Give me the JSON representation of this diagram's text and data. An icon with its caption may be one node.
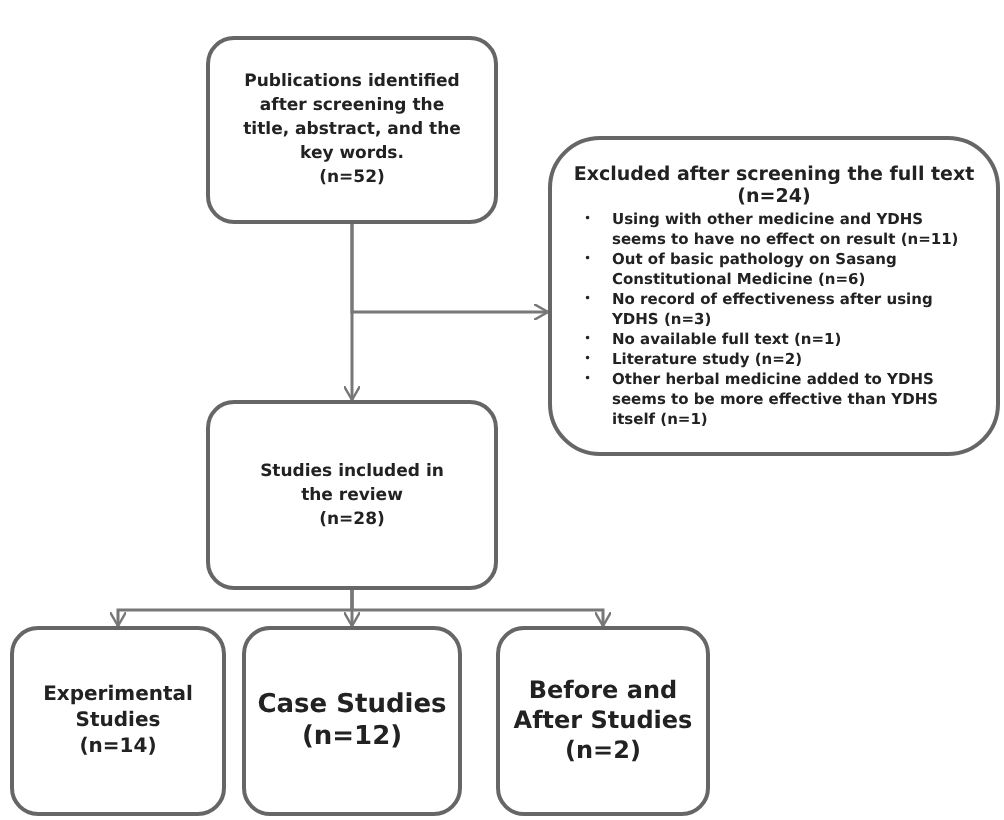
{
  "diagram": {
    "nodes": [
      {
        "text": [
          "Publications identified after screening the title, abstract, and the key words.",
          "(n=52)"
        ]
      },
      {
        "text": [
          "Excluded after screening the full text",
          "(n=24)",
          "Using with other medicine and YDHS seems to have no effect on result (n=11)",
          "Out of basic pathology on Sasang Constitutional Medicine (n=6)",
          "No record of effectiveness after using YDHS (n=3)",
          "No available full text (n=1)",
          "Literature study (n=2)",
          "Other herbal medicine added to YDHS seems to be more effective than YDHS itself (n=1)"
        ]
      },
      {
        "text": [
          "Studies included in the review",
          "(n=28)"
        ]
      },
      {
        "text": [
          "Experimental Studies",
          "(n=14)"
        ]
      },
      {
        "text": [
          "Case Studies",
          "(n=12)"
        ]
      },
      {
        "text": [
          "Before and After Studies",
          "(n=2)"
        ]
      }
    ],
    "edges": [
      {
        "from": 0,
        "to": 2,
        "arrow": "to"
      },
      {
        "from": 0,
        "to": 1,
        "arrow": "to"
      },
      {
        "from": 2,
        "to": 3,
        "arrow": "to"
      },
      {
        "from": 2,
        "to": 4,
        "arrow": "to"
      },
      {
        "from": 2,
        "to": 5,
        "arrow": "to"
      }
    ],
    "labels": [
      "•",
      "•",
      "•",
      "•",
      "•",
      "•"
    ]
  }
}
